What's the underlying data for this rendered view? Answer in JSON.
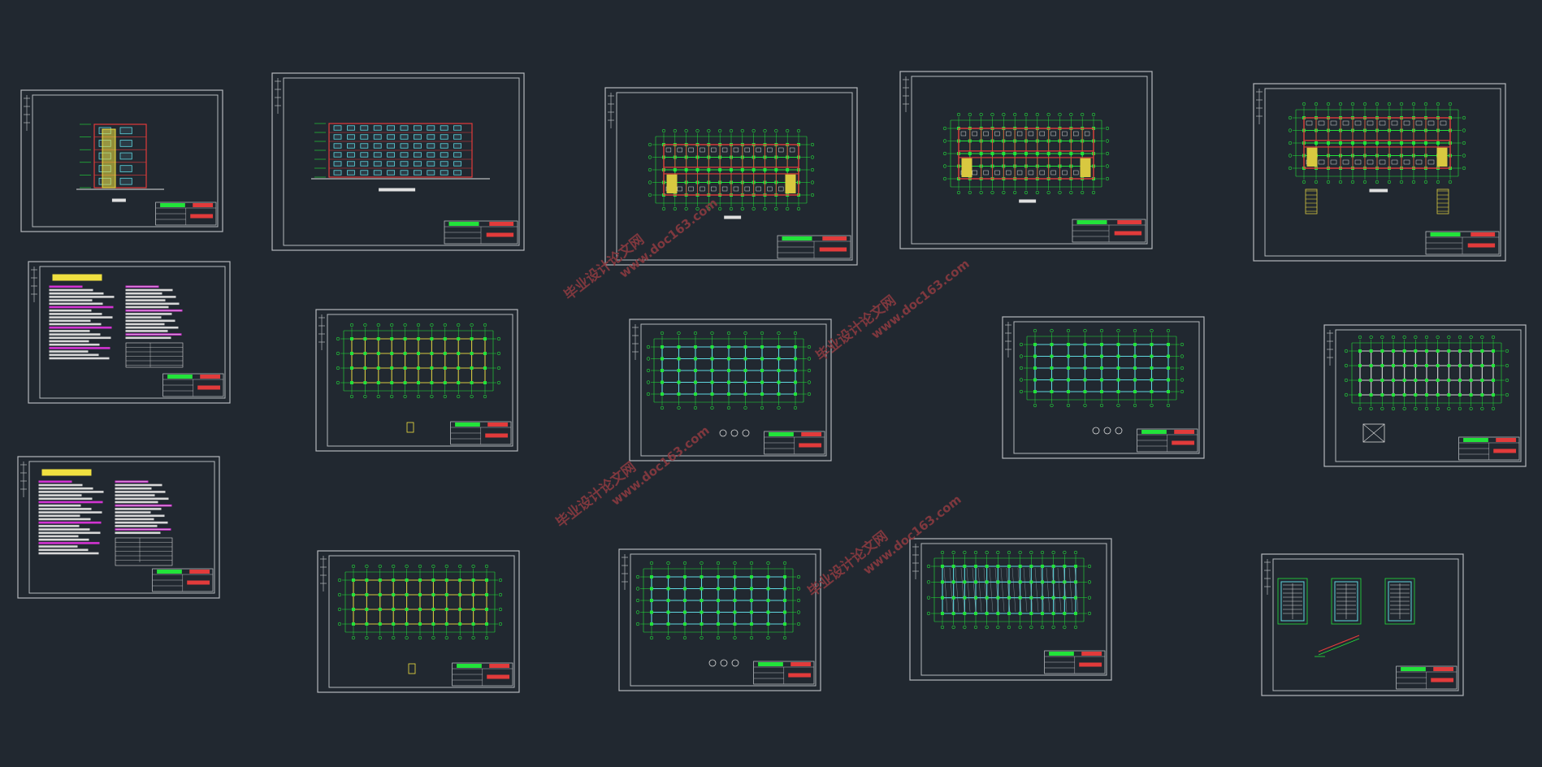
{
  "colors": {
    "background": "#212830",
    "sheet_border": "#b4b8bc",
    "grid_green": "#22e33a",
    "wall_red": "#e23b3b",
    "beam_cyan": "#5fd6e0",
    "wall_yellow": "#d8c840",
    "note_magenta": "#d234d2",
    "title_yellow": "#f0e040",
    "watermark": "#8a3a40"
  },
  "sheets": [
    {
      "id": "s1",
      "kind": "elevation-small"
    },
    {
      "id": "s2",
      "kind": "elevation-large"
    },
    {
      "id": "s3",
      "kind": "floorplan"
    },
    {
      "id": "s4",
      "kind": "floorplan"
    },
    {
      "id": "s5",
      "kind": "floorplan-roof"
    },
    {
      "id": "s6",
      "kind": "notes-architecture"
    },
    {
      "id": "s7",
      "kind": "grid-yellow"
    },
    {
      "id": "s8",
      "kind": "grid-cyan"
    },
    {
      "id": "s9",
      "kind": "grid-cyan"
    },
    {
      "id": "s10",
      "kind": "grid-white"
    },
    {
      "id": "s11",
      "kind": "notes-structure"
    },
    {
      "id": "s12",
      "kind": "grid-yellow"
    },
    {
      "id": "s13",
      "kind": "grid-cyan"
    },
    {
      "id": "s14",
      "kind": "grid-hatch"
    },
    {
      "id": "s15",
      "kind": "stairs"
    }
  ],
  "watermarks": [
    {
      "line1": "毕业设计论文网",
      "line2": "www.doc163.com"
    },
    {
      "line1": "毕业设计论文网",
      "line2": "www.doc163.com"
    },
    {
      "line1": "毕业设计论文网",
      "line2": "www.doc163.com"
    },
    {
      "line1": "毕业设计论文网",
      "line2": "www.doc163.com"
    }
  ]
}
